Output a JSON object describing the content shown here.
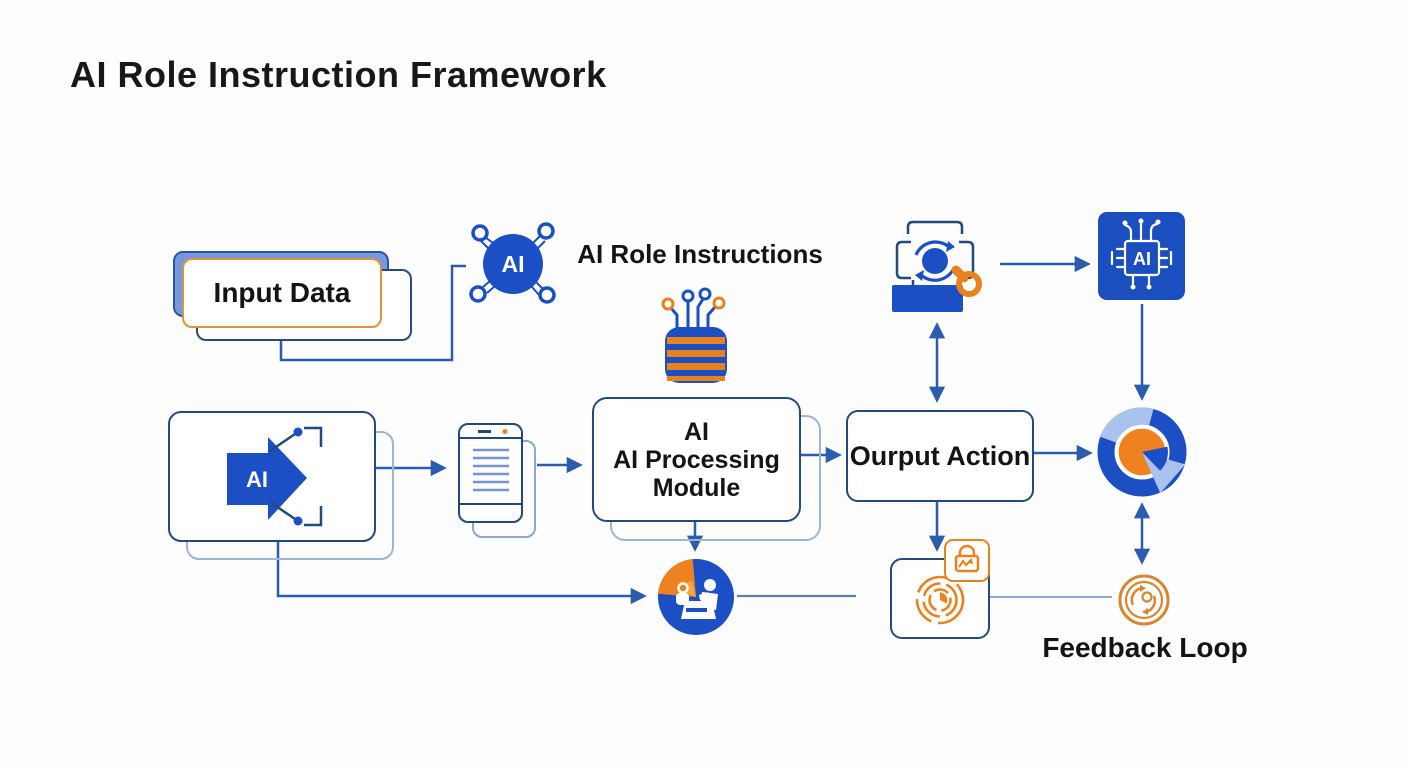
{
  "title": "AI Role Instruction Framework",
  "nodes": {
    "input_data": {
      "label": "Input Data"
    },
    "ai_network": {
      "label": "AI"
    },
    "ai_role_instructions": {
      "label": "AI Role Instructions"
    },
    "ai_source": {
      "label": "AI"
    },
    "processing_module": {
      "line1": "AI",
      "line2": "AI Processing",
      "line3": "Module"
    },
    "output_action": {
      "label": "Ourput Action"
    },
    "ai_chip": {
      "label": "AI"
    },
    "feedback": {
      "label": "Feedback Loop"
    }
  },
  "icons": [
    "ai-network-icon",
    "chip-wires-icon",
    "ai-arrow-icon",
    "phone-document-icon",
    "people-pie-icon",
    "process-search-icon",
    "ai-chip-icon",
    "donut-chart-icon",
    "maze-chart-icon",
    "lock-chart-badge-icon",
    "feedback-loop-icon"
  ],
  "colors": {
    "icon_blue": "#1d4fc4",
    "navy_border": "#24497f",
    "orange": "#e8821f",
    "orange_border": "#e0923f",
    "light_blue": "#a9c3ee",
    "mid_blue": "#7698dc",
    "arrow_blue": "#2b5cad",
    "shadow_blue": "#9db4d3",
    "text": "#181818"
  }
}
